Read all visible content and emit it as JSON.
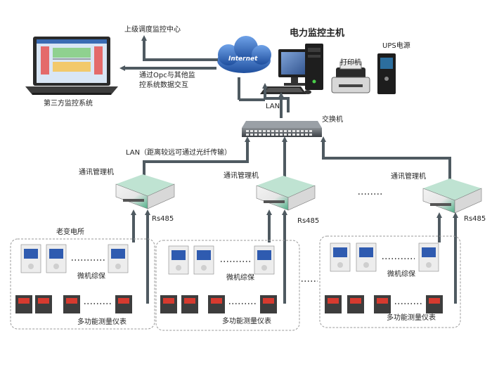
{
  "labels": {
    "upper_center": "上级调度监控中心",
    "internet": "Internet",
    "opc_line1": "通过Opc与其他监",
    "opc_line2": "控系统数据交互",
    "third_party": "第三方监控系统",
    "main_host": "电力监控主机",
    "printer": "打印机",
    "ups": "UPS电源",
    "lan": "LAN",
    "switch": "交换机",
    "lan_fiber": "LAN（距离较远可通过光纤传输）",
    "comm_manager": "通讯管理机",
    "rs485": "Rs485",
    "old_substation": "老变电所",
    "relay": "微机综保",
    "meter": "多功能测量仪表"
  },
  "colors": {
    "arrow": "#4f5a61",
    "device_green": "#4fb088",
    "cloud": "#2f63b8",
    "dashed_box": "#9a9a9a"
  }
}
